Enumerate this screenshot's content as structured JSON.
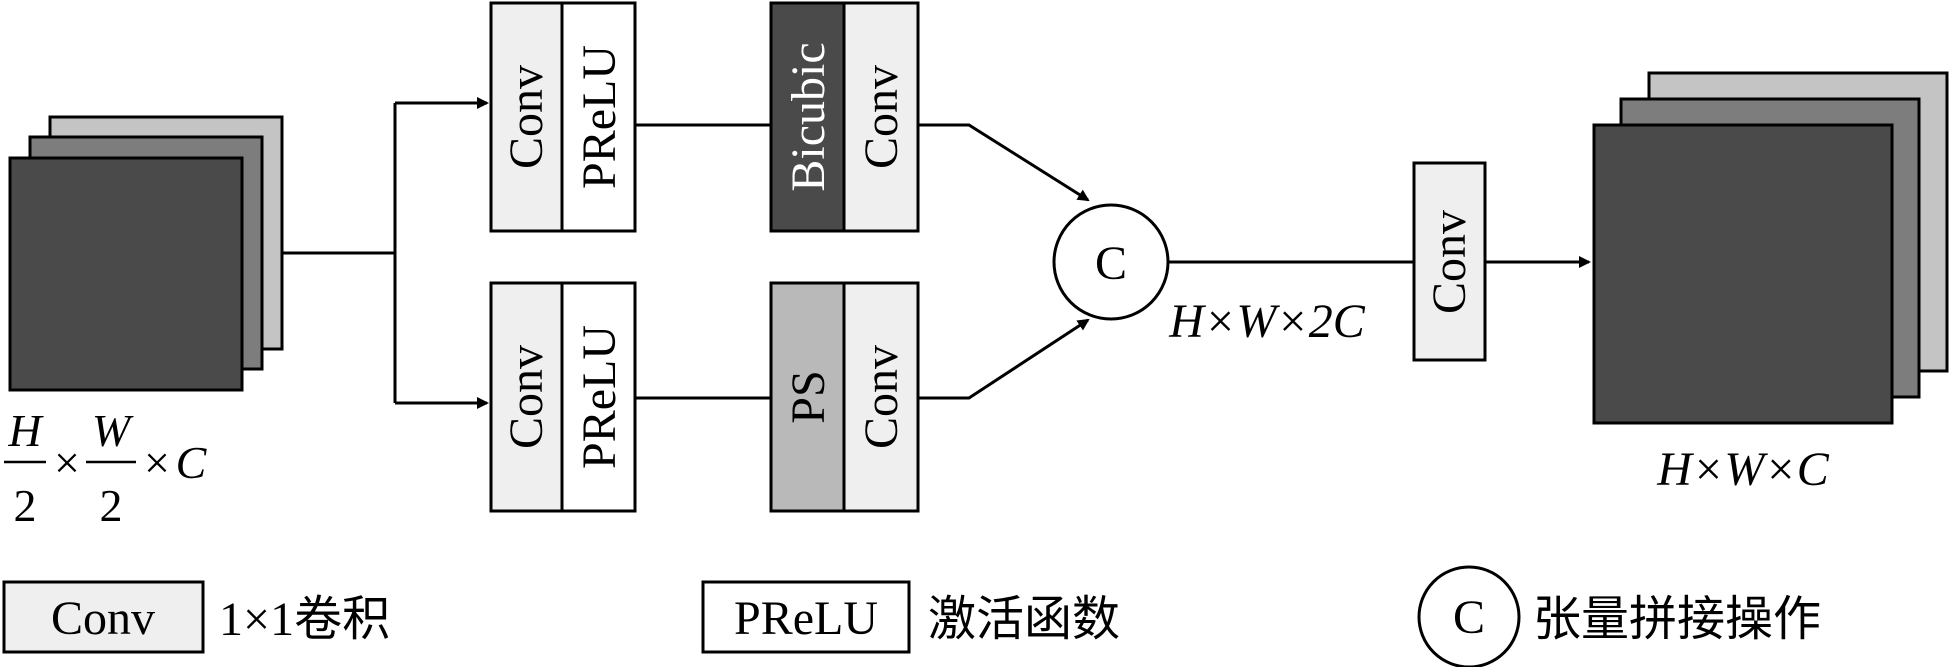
{
  "input_tensor": {
    "h_num": "H",
    "h_den": "2",
    "w_num": "W",
    "w_den": "2",
    "times_1": "×",
    "times_2": "×",
    "channel": "C"
  },
  "branch_top": {
    "conv_label": "Conv",
    "prelu_label": "PReLU",
    "upsample_label": "Bicubic",
    "conv2_label": "Conv"
  },
  "branch_bottom": {
    "conv_label": "Conv",
    "prelu_label": "PReLU",
    "upsample_label": "PS",
    "conv2_label": "Conv"
  },
  "concat_symbol": "C",
  "concat_output_dim": "H×W×2C",
  "final_conv_label": "Conv",
  "output_dim": "H×W×C",
  "legend": {
    "conv_box": "Conv",
    "conv_text": "1×1卷积",
    "prelu_box": "PReLU",
    "prelu_text": "激活函数",
    "concat_symbol": "C",
    "concat_text": "张量拼接操作"
  },
  "colors": {
    "light_box": "#efefef",
    "bicubic_fill": "#4a4a4a",
    "ps_fill": "#b9b9b9",
    "stack_back": "#c4c4c4",
    "stack_mid": "#7d7d7d",
    "stack_front": "#4a4a4a"
  }
}
